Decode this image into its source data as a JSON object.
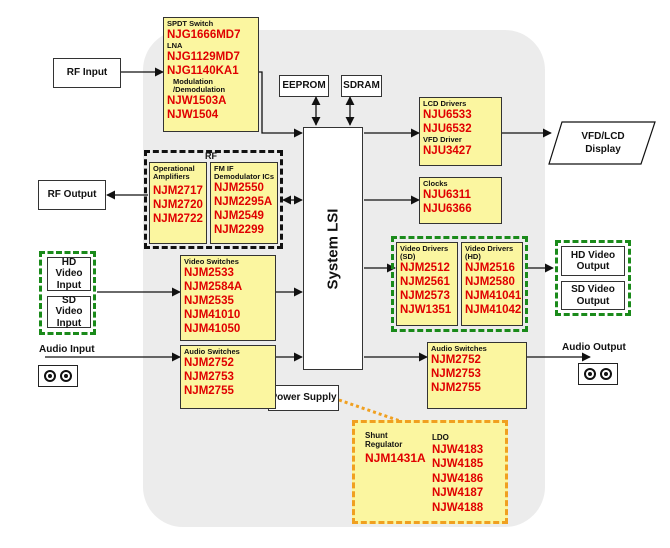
{
  "lsi": {
    "label": "System LSI"
  },
  "ext": {
    "rf_input": "RF Input",
    "rf_output": "RF Output",
    "hd_video_input": "HD Video Input",
    "sd_video_input": "SD Video Input",
    "audio_input": "Audio Input",
    "audio_output": "Audio Output",
    "hd_video_output": "HD Video Output",
    "sd_video_output": "SD Video Output",
    "vfd_display": "VFD/LCD Display",
    "eeprom": "EEPROM",
    "sdram": "SDRAM",
    "power_supply": "Power Supply"
  },
  "rf_front": {
    "spdt_title": "SPDT Switch",
    "spdt_part": "NJG1666MD7",
    "lna_title": "LNA",
    "lna_parts": [
      "NJG1129MD7",
      "NJG1140KA1"
    ],
    "mod_title": "Modulation /Demodulation",
    "mod_parts": [
      "NJW1503A",
      "NJW1504"
    ]
  },
  "rf_group": {
    "label": "RF",
    "opamp_title": "Operational Amplifiers",
    "opamp_parts": [
      "NJM2717",
      "NJM2720",
      "NJM2722"
    ],
    "fmif_title": "FM IF Demodulator ICs",
    "fmif_parts": [
      "NJM2550",
      "NJM2295A",
      "NJM2549",
      "NJM2299"
    ]
  },
  "video_switches": {
    "title": "Video Switches",
    "parts": [
      "NJM2533",
      "NJM2584A",
      "NJM2535",
      "NJM41010",
      "NJM41050"
    ]
  },
  "audio_switches_in": {
    "title": "Audio Switches",
    "parts": [
      "NJM2752",
      "NJM2753",
      "NJM2755"
    ]
  },
  "lcd_drivers": {
    "title": "LCD Drivers",
    "parts": [
      "NJU6533",
      "NJU6532"
    ],
    "vfd_title": "VFD Driver",
    "vfd_parts": [
      "NJU3427"
    ]
  },
  "clocks": {
    "title": "Clocks",
    "parts": [
      "NJU6311",
      "NJU6366"
    ]
  },
  "video_drivers_sd": {
    "title": "Video Drivers (SD)",
    "parts": [
      "NJM2512",
      "NJM2561",
      "NJM2573",
      "NJW1351"
    ]
  },
  "video_drivers_hd": {
    "title": "Video Drivers (HD)",
    "parts": [
      "NJM2516",
      "NJM2580",
      "NJM41041",
      "NJM41042"
    ]
  },
  "audio_switches_out": {
    "title": "Audio Switches",
    "parts": [
      "NJM2752",
      "NJM2753",
      "NJM2755"
    ]
  },
  "power": {
    "shunt_title": "Shunt Regulator",
    "shunt_parts": [
      "NJM1431A"
    ],
    "ldo_title": "LDO",
    "ldo_parts": [
      "NJW4183",
      "NJW4185",
      "NJW4186",
      "NJW4187",
      "NJW4188"
    ]
  },
  "colors": {
    "panel": "#ececec",
    "block": "#fbf6a0",
    "part_text": "#e00000",
    "green_group": "#1a8a1a",
    "orange_group": "#f0a020"
  }
}
